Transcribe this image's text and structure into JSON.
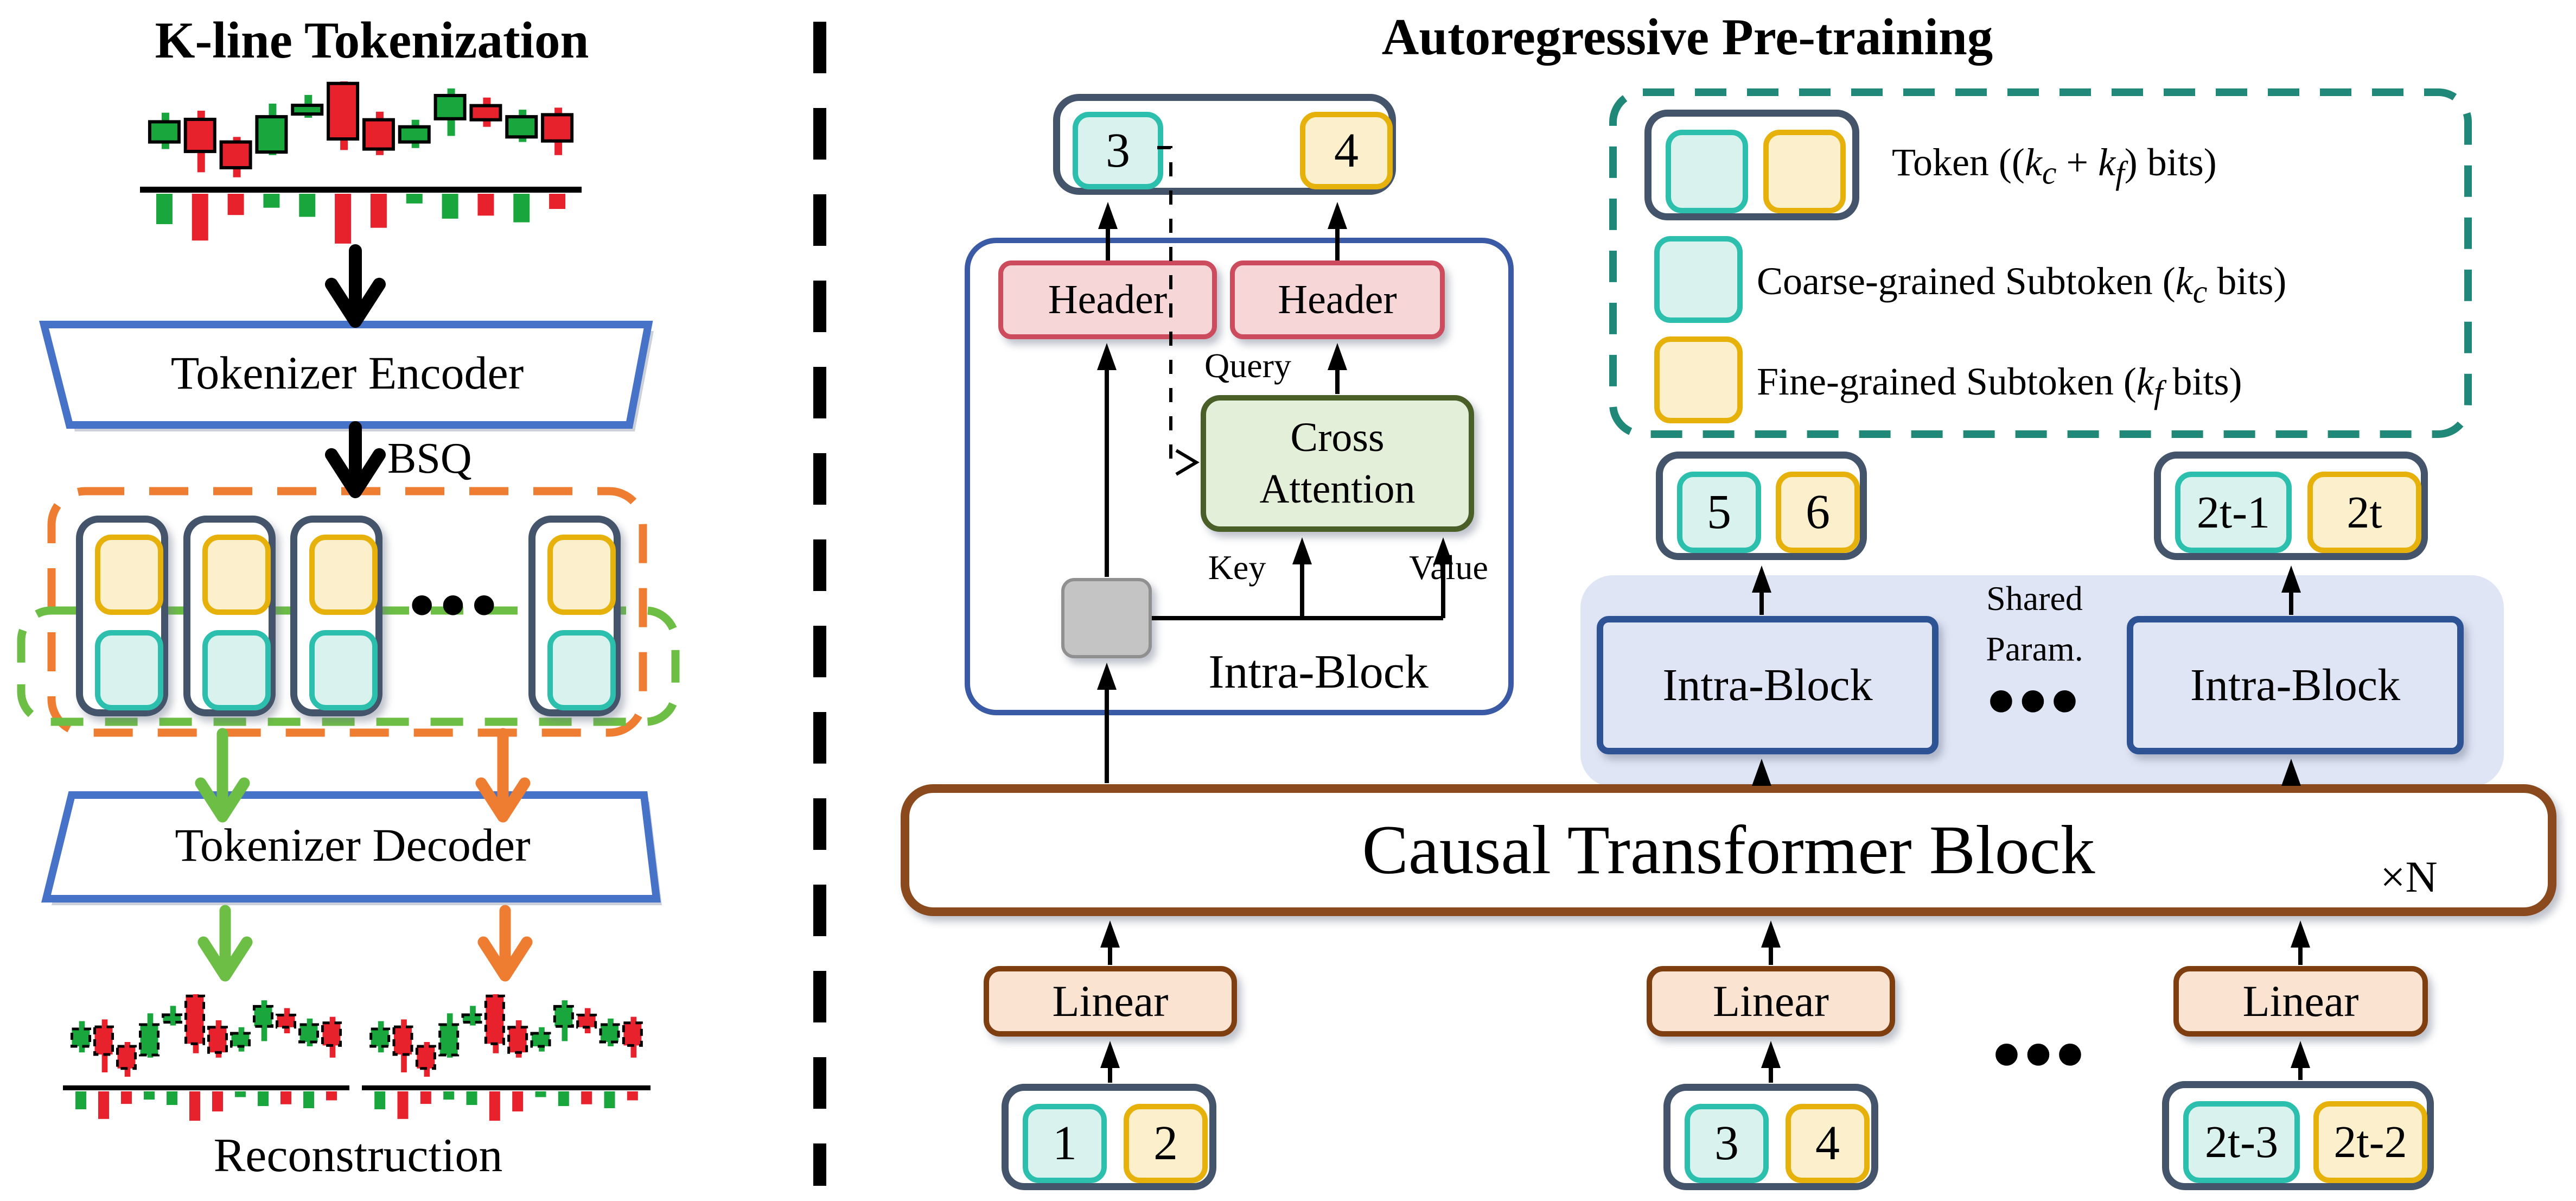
{
  "figure": {
    "left_panel": {
      "title": "K-line Tokenization",
      "encoder_label": "Tokenizer Encoder",
      "bsq_label": "BSQ",
      "decoder_label": "Tokenizer Decoder",
      "reconstruction_label": "Reconstruction",
      "ellipsis": "•••"
    },
    "right_panel": {
      "title": "Autoregressive Pre-training",
      "output_pair": {
        "coarse": "3",
        "fine": "4"
      },
      "intra_detail": {
        "header_left": "Header",
        "header_right": "Header",
        "query_label": "Query",
        "key_label": "Key",
        "value_label": "Value",
        "cross_attention_line1": "Cross",
        "cross_attention_line2": "Attention",
        "block_label": "Intra-Block"
      },
      "legend": {
        "token_label_html": "Token ((<i>k<sub>c</sub></i> + <i>k<sub>f</sub></i>) bits)",
        "coarse_label_html": "Coarse-grained Subtoken (<i>k<sub>c</sub></i> bits)",
        "fine_label_html": "Fine-grained Subtoken (<i>k<sub>f</sub></i> bits)"
      },
      "seq_pairs": [
        {
          "coarse": "5",
          "fine": "6"
        },
        {
          "coarse": "2t-1",
          "fine": "2t"
        }
      ],
      "shared_param_line1": "Shared",
      "shared_param_line2": "Param.",
      "intra_block_left": "Intra-Block",
      "intra_block_right": "Intra-Block",
      "ellipsis_mid": "•••",
      "causal_label": "Causal Transformer Block",
      "repeat_label": "×N",
      "linear_labels": [
        "Linear",
        "Linear",
        "Linear"
      ],
      "input_pairs": [
        {
          "coarse": "1",
          "fine": "2"
        },
        {
          "coarse": "3",
          "fine": "4"
        },
        {
          "coarse": "2t-3",
          "fine": "2t-2"
        }
      ],
      "ellipsis_bottom": "•••"
    },
    "colors": {
      "coarse_fill": "#d9f2ee",
      "coarse_border": "#2dbfae",
      "fine_fill": "#fcf0cc",
      "fine_border": "#e7b10b",
      "token_outline": "#44546a",
      "candle_green": "#19a63d",
      "candle_red": "#e8222d",
      "accent_orange": "#ee7d31",
      "accent_green": "#6cbf44",
      "legend_teal": "#208878",
      "trapezoid_blue": "#4673c8",
      "causal_brown": "#8a4a1d",
      "linear_fill": "#fbe3d2",
      "linear_border": "#7f3e0f",
      "header_fill": "#f7d6d7",
      "header_border": "#cc4b5c",
      "attn_fill": "#e4efda",
      "attn_border": "#4a5e28",
      "intra_fill": "#dfe5f5",
      "intra_border": "#2e5395",
      "gray_fill": "#c4c4c4",
      "gray_border": "#909090",
      "arrow_black": "#000000"
    },
    "kline": {
      "candles": [
        {
          "color": "g",
          "body": [
            0.4,
            0.6
          ],
          "wick": [
            0.31,
            0.67
          ],
          "vol": 0.5
        },
        {
          "color": "r",
          "body": [
            0.376,
            0.694
          ],
          "wick": [
            0.29,
            0.9
          ],
          "vol": 0.77
        },
        {
          "color": "r",
          "body": [
            0.6,
            0.855
          ],
          "wick": [
            0.55,
            0.95
          ],
          "vol": 0.35
        },
        {
          "color": "g",
          "body": [
            0.35,
            0.7
          ],
          "wick": [
            0.22,
            0.73
          ],
          "vol": 0.23
        },
        {
          "color": "g",
          "body": [
            0.237,
            0.323
          ],
          "wick": [
            0.134,
            0.36
          ],
          "vol": 0.38
        },
        {
          "color": "r",
          "body": [
            0.02,
            0.57
          ],
          "wick": [
            0.0,
            0.68
          ],
          "vol": 0.82
        },
        {
          "color": "r",
          "body": [
            0.38,
            0.67
          ],
          "wick": [
            0.3,
            0.73
          ],
          "vol": 0.56
        },
        {
          "color": "g",
          "body": [
            0.45,
            0.6
          ],
          "wick": [
            0.38,
            0.66
          ],
          "vol": 0.16
        },
        {
          "color": "g",
          "body": [
            0.14,
            0.37
          ],
          "wick": [
            0.07,
            0.54
          ],
          "vol": 0.41
        },
        {
          "color": "r",
          "body": [
            0.24,
            0.38
          ],
          "wick": [
            0.16,
            0.45
          ],
          "vol": 0.36
        },
        {
          "color": "g",
          "body": [
            0.35,
            0.55
          ],
          "wick": [
            0.28,
            0.6
          ],
          "vol": 0.47
        },
        {
          "color": "r",
          "body": [
            0.33,
            0.59
          ],
          "wick": [
            0.26,
            0.73
          ],
          "vol": 0.25
        }
      ]
    }
  }
}
